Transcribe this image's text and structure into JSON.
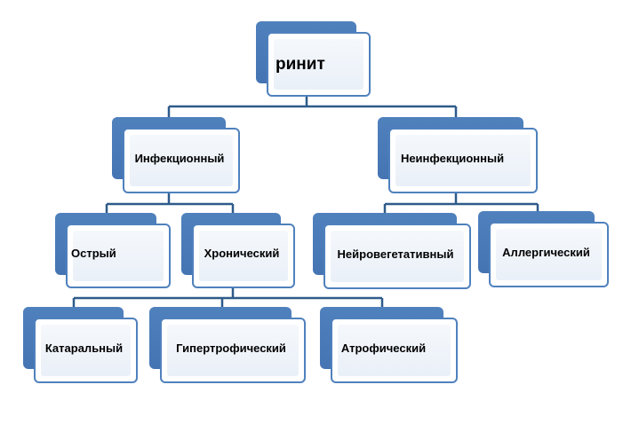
{
  "diagram": {
    "root": "ринит",
    "level1": [
      "Инфекционный",
      "Неинфекционный"
    ],
    "infectious_types": [
      "Острый",
      "Хронический"
    ],
    "noninfectious_types": [
      "Нейровегетативный",
      "Аллергический"
    ],
    "chronic_types": [
      "Катаральный",
      "Гипертрофический",
      "Атрофический"
    ]
  },
  "colors": {
    "accent": "#4f81bd",
    "connector": "#2e5b8a",
    "box_fill": "#eaf0f8"
  }
}
